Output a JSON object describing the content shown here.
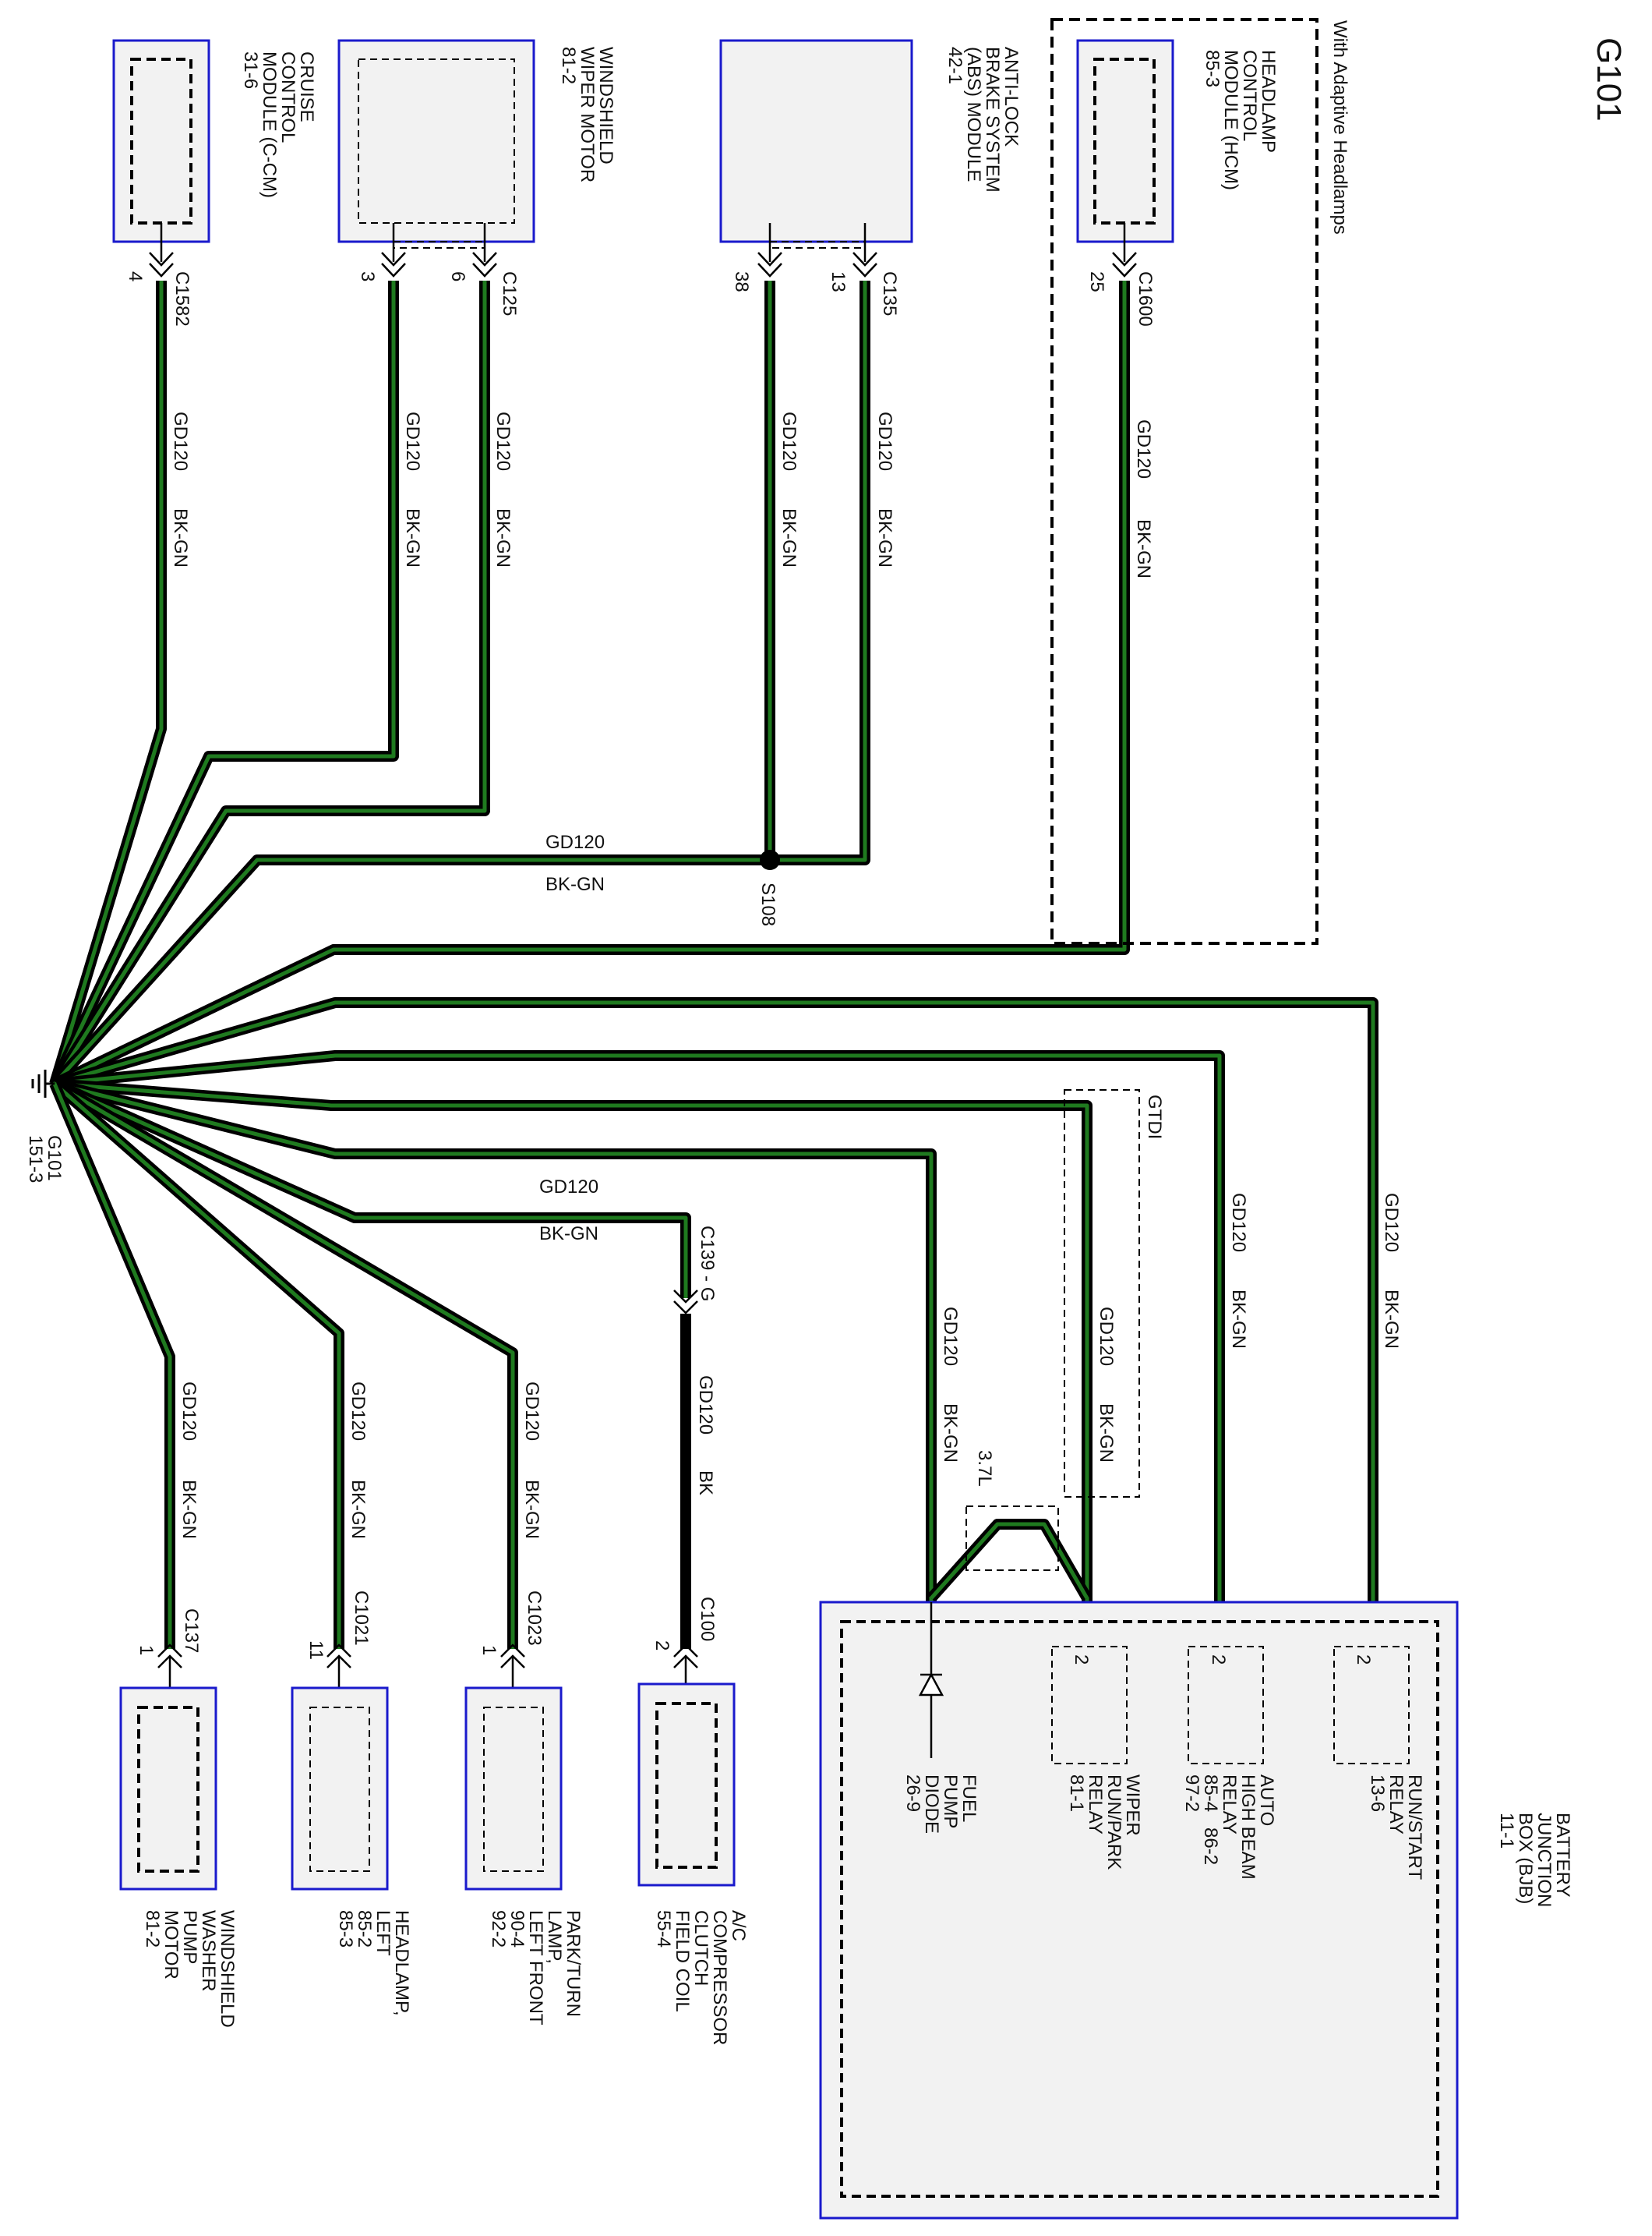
{
  "page_title": "G101",
  "colors": {
    "wire_fill": "#1f7a1f",
    "wire_fill_bk": "#000000",
    "box_border": "#1a1acc",
    "box_fill": "#f2f2f2"
  },
  "ground": {
    "id": "G101",
    "ref": "151-3"
  },
  "splice": {
    "id": "S108",
    "color_code": "BK-GN",
    "circuit": "GD120"
  },
  "option_labels": {
    "adaptive": "With Adaptive Headlamps",
    "gtdi": "GTDI",
    "engine": "3.7L"
  },
  "top_components": [
    {
      "name": "CRUISE CONTROL MODULE (C-CM)",
      "lines": [
        "CRUISE",
        "CONTROL",
        "MODULE (C-CM)",
        "31-6"
      ],
      "connector": "C1582",
      "wires": [
        {
          "pin": "4",
          "circuit": "GD120",
          "color": "BK-GN"
        }
      ]
    },
    {
      "name": "WINDSHIELD WIPER MOTOR",
      "lines": [
        "WINDSHIELD",
        "WIPER MOTOR",
        "81-2"
      ],
      "connector": "C125",
      "wires": [
        {
          "pin": "3",
          "circuit": "GD120",
          "color": "BK-GN"
        },
        {
          "pin": "6",
          "circuit": "GD120",
          "color": "BK-GN"
        }
      ]
    },
    {
      "name": "ANTI-LOCK BRAKE SYSTEM (ABS) MODULE",
      "lines": [
        "ANTI-LOCK",
        "BRAKE SYSTEM",
        "(ABS) MODULE",
        "42-1"
      ],
      "connector": "C135",
      "wires": [
        {
          "pin": "38",
          "circuit": "GD120",
          "color": "BK-GN"
        },
        {
          "pin": "13",
          "circuit": "GD120",
          "color": "BK-GN"
        }
      ]
    },
    {
      "name": "HEADLAMP CONTROL MODULE (HCM)",
      "lines": [
        "HEADLAMP",
        "CONTROL",
        "MODULE (HCM)",
        "85-3"
      ],
      "connector": "C1600",
      "wires": [
        {
          "pin": "25",
          "circuit": "GD120",
          "color": "BK-GN"
        }
      ]
    }
  ],
  "bottom_components": [
    {
      "name": "WINDSHIELD WASHER PUMP MOTOR",
      "lines": [
        "WINDSHIELD",
        "WASHER",
        "PUMP",
        "MOTOR",
        "81-2"
      ],
      "connector": "C137",
      "pin": "1",
      "circuit": "GD120",
      "color": "BK-GN"
    },
    {
      "name": "HEADLAMP, LEFT",
      "lines": [
        "HEADLAMP,",
        "LEFT",
        "85-2",
        "85-3"
      ],
      "connector": "C1021",
      "pin": "11",
      "circuit": "GD120",
      "color": "BK-GN"
    },
    {
      "name": "PARK/TURN LAMP, LEFT FRONT",
      "lines": [
        "PARK/TURN",
        "LAMP,",
        "LEFT FRONT",
        "90-4",
        "92-2"
      ],
      "connector": "C1023",
      "pin": "1",
      "circuit": "GD120",
      "color": "BK-GN"
    },
    {
      "name": "A/C COMPRESSOR CLUTCH FIELD COIL",
      "lines": [
        "A/C",
        "COMPRESSOR",
        "CLUTCH",
        "FIELD COIL",
        "55-4"
      ],
      "connector": "C100",
      "inline_connector": "C139 - G",
      "pin": "2",
      "circuit": "GD120",
      "color": "BK-GN",
      "color_after_inline": "BK"
    }
  ],
  "bjb": {
    "lines": [
      "BATTERY",
      "JUNCTION",
      "BOX (BJB)",
      "11-1"
    ],
    "devices": [
      {
        "name": "FUEL PUMP DIODE",
        "lines": [
          "FUEL",
          "PUMP",
          "DIODE",
          "26-9"
        ],
        "circuit": "GD120",
        "color": "BK-GN"
      },
      {
        "name": "WIPER RUN/PARK RELAY",
        "lines": [
          "WIPER",
          "RUN/PARK",
          "RELAY",
          "81-1"
        ],
        "pin": "2",
        "circuit": "GD120",
        "color": "BK-GN"
      },
      {
        "name": "AUTO HIGH BEAM RELAY",
        "lines": [
          "AUTO",
          "HIGH BEAM",
          "RELAY",
          "85-4   86-2",
          "97-2"
        ],
        "pin": "2",
        "circuit": "GD120",
        "color": "BK-GN"
      },
      {
        "name": "RUN/START RELAY",
        "lines": [
          "RUN/START",
          "RELAY",
          "13-6"
        ],
        "pin": "2",
        "circuit": "GD120",
        "color": "BK-GN"
      }
    ]
  }
}
